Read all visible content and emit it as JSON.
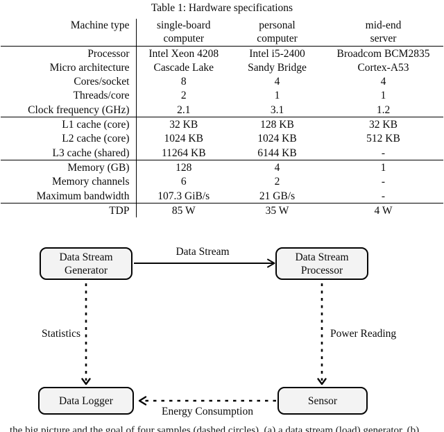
{
  "table": {
    "title": "Table 1: Hardware specifications",
    "corner_label": "Machine type",
    "columns": [
      {
        "line1": "single-board",
        "line2": "computer"
      },
      {
        "line1": "personal",
        "line2": "computer"
      },
      {
        "line1": "mid-end",
        "line2": "server"
      }
    ],
    "groups": [
      {
        "rows": [
          {
            "label": "Processor",
            "values": [
              "Intel Xeon 4208",
              "Intel i5-2400",
              "Broadcom BCM2835"
            ]
          },
          {
            "label": "Micro architecture",
            "values": [
              "Cascade Lake",
              "Sandy Bridge",
              "Cortex-A53"
            ]
          },
          {
            "label": "Cores/socket",
            "values": [
              "8",
              "4",
              "4"
            ]
          },
          {
            "label": "Threads/core",
            "values": [
              "2",
              "1",
              "1"
            ]
          },
          {
            "label": "Clock frequency (GHz)",
            "values": [
              "2.1",
              "3.1",
              "1.2"
            ]
          }
        ]
      },
      {
        "rows": [
          {
            "label": "L1 cache (core)",
            "values": [
              "32 KB",
              "128 KB",
              "32 KB"
            ]
          },
          {
            "label": "L2 cache (core)",
            "values": [
              "1024 KB",
              "1024 KB",
              "512 KB"
            ]
          },
          {
            "label": "L3 cache (shared)",
            "values": [
              "11264 KB",
              "6144 KB",
              "-"
            ]
          }
        ]
      },
      {
        "rows": [
          {
            "label": "Memory (GB)",
            "values": [
              "128",
              "4",
              "1"
            ]
          },
          {
            "label": "Memory channels",
            "values": [
              "6",
              "2",
              "-"
            ]
          },
          {
            "label": "Maximum bandwidth",
            "values": [
              "107.3 GiB/s",
              "21 GB/s",
              "-"
            ]
          }
        ]
      },
      {
        "rows": [
          {
            "label": "TDP",
            "values": [
              "85 W",
              "35 W",
              "4 W"
            ]
          }
        ]
      }
    ]
  },
  "diagram": {
    "generator": {
      "line1": "Data Stream",
      "line2": "Generator"
    },
    "processor": {
      "line1": "Data Stream",
      "line2": "Processor"
    },
    "logger": {
      "label": "Data Logger"
    },
    "sensor": {
      "label": "Sensor"
    },
    "edge_data_stream": "Data Stream",
    "edge_statistics": "Statistics",
    "edge_power_reading": "Power Reading",
    "edge_energy": "Energy Consumption"
  },
  "caption_fragment": "the big picture and the goal of four samples (dashed circles). (a) a data stream (load) generator. (b)",
  "colors": {
    "node_fill": "#f3f3f3",
    "line": "#050505",
    "text": "#0a0a0a"
  }
}
